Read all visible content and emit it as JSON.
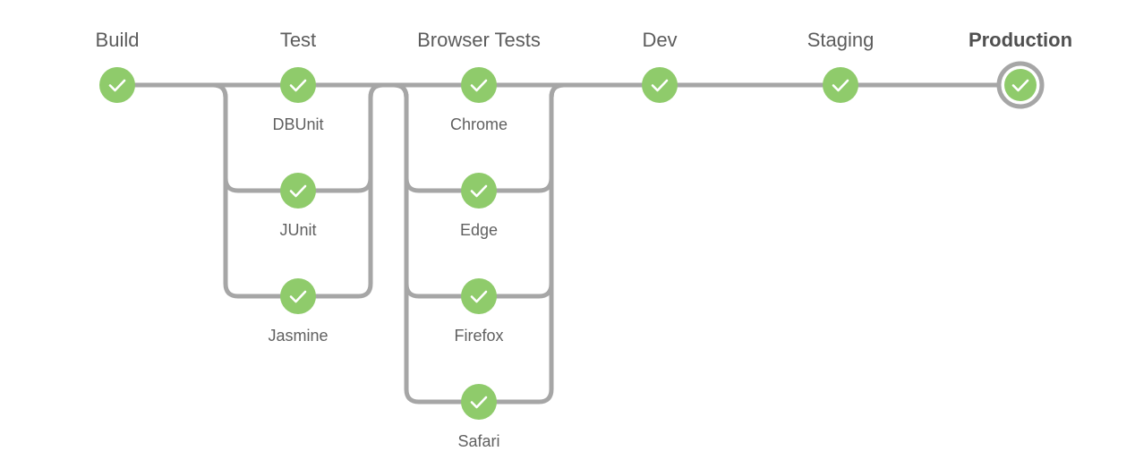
{
  "pipeline": {
    "line_color": "#a6a6a6",
    "success_color": "#8fcb6b",
    "check_color": "#ffffff",
    "current_ring_color": "#a6a6a6",
    "status_icon": "check-icon",
    "current_stage": "Production",
    "stages": [
      {
        "name": "Build",
        "status": "success",
        "branches": []
      },
      {
        "name": "Test",
        "status": "success",
        "branches": [
          "DBUnit",
          "JUnit",
          "Jasmine"
        ]
      },
      {
        "name": "Browser Tests",
        "status": "success",
        "branches": [
          "Chrome",
          "Edge",
          "Firefox",
          "Safari"
        ]
      },
      {
        "name": "Dev",
        "status": "success",
        "branches": []
      },
      {
        "name": "Staging",
        "status": "success",
        "branches": []
      },
      {
        "name": "Production",
        "status": "success",
        "branches": []
      }
    ]
  }
}
